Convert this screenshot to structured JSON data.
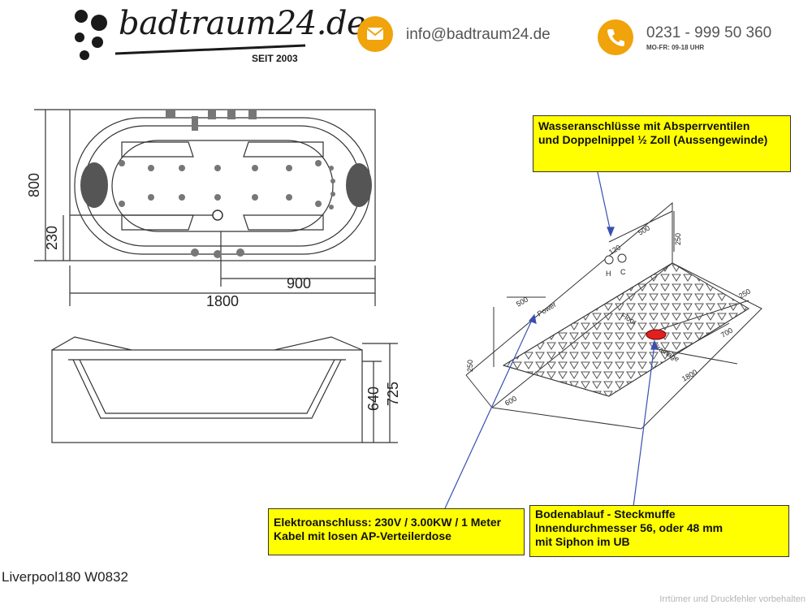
{
  "header": {
    "logo_text": "badtraum24.de",
    "logo_since": "SEIT 2003",
    "email": "info@badtraum24.de",
    "phone": "0231 - 999 50 360",
    "hours": "MO-FR: 09-18 UHR",
    "accent_color": "#f0a30a",
    "email_icon": "envelope-icon",
    "phone_icon": "phone-icon"
  },
  "top_view": {
    "dim_height": "800",
    "dim_inner": "230",
    "dim_half": "900",
    "dim_length": "1800"
  },
  "side_view": {
    "dim_inner_height": "640",
    "dim_total_height": "725"
  },
  "iso_view": {
    "dim_500_a": "500",
    "dim_120": "120",
    "dim_250_a": "250",
    "dim_500_b": "500",
    "dim_250_b": "250",
    "dim_250_c": "250",
    "dim_700": "700",
    "dim_1800": "1800",
    "dim_600": "600",
    "label_power": "Power",
    "label_floor": "Floor",
    "label_drainage": "drainage",
    "label_h": "H",
    "label_c": "C"
  },
  "callouts": {
    "water_line1": "Wasseranschlüsse mit Absperrventilen",
    "water_line2": "und Doppelnippel ½ Zoll (Aussengewinde)",
    "power_line1": "Elektroanschluss: 230V / 3.00KW / 1 Meter",
    "power_line2": "Kabel mit losen AP-Verteilerdose",
    "drain_line1": "Bodenablauf - Steckmuffe",
    "drain_line2": "Innendurchmesser 56, oder 48 mm",
    "drain_line3": "mit Siphon im UB"
  },
  "product_name": "Liverpool180 W0832",
  "disclaimer": "Irrtümer und Druckfehler vorbehalten"
}
